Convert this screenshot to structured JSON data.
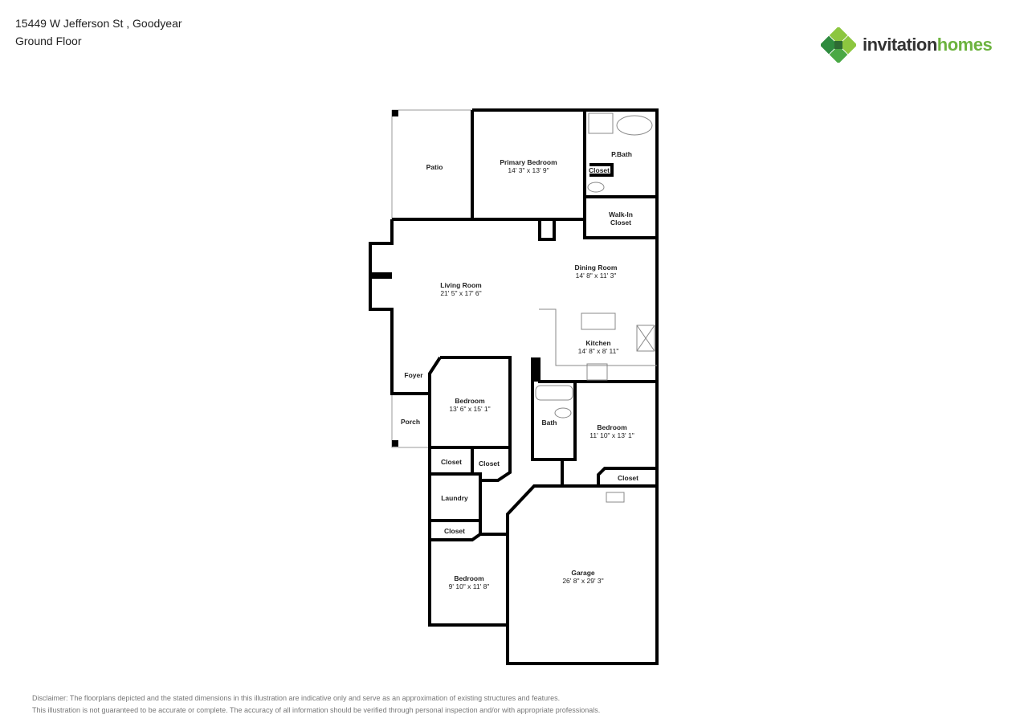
{
  "header": {
    "address": "15449 W Jefferson St , Goodyear",
    "floor": "Ground Floor"
  },
  "logo": {
    "part1": "invitation",
    "part2": "homes",
    "colors": {
      "dark": "#333333",
      "green": "#6db33f",
      "leaf_dark": "#2e8b3e",
      "leaf_light": "#8cc63f"
    }
  },
  "rooms": {
    "patio": {
      "name": "Patio"
    },
    "primary_bedroom": {
      "name": "Primary Bedroom",
      "dims": "14' 3\" x 13' 9\""
    },
    "p_bath": {
      "name": "P.Bath"
    },
    "p_closet": {
      "name": "Closet"
    },
    "walk_in_closet": {
      "name1": "Walk-In",
      "name2": "Closet"
    },
    "dining_room": {
      "name": "Dining Room",
      "dims": "14' 8\" x 11' 3\""
    },
    "living_room": {
      "name": "Living Room",
      "dims": "21' 5\" x 17' 6\""
    },
    "kitchen": {
      "name": "Kitchen",
      "dims": "14' 8\" x 8' 11\""
    },
    "foyer": {
      "name": "Foyer"
    },
    "porch": {
      "name": "Porch"
    },
    "bedroom_1": {
      "name": "Bedroom",
      "dims": "13' 6\" x 15' 1\""
    },
    "bath": {
      "name": "Bath"
    },
    "bedroom_2": {
      "name": "Bedroom",
      "dims": "11' 10\" x 13' 1\""
    },
    "closet_a": {
      "name": "Closet"
    },
    "closet_b": {
      "name": "Closet"
    },
    "closet_c": {
      "name": "Closet"
    },
    "laundry": {
      "name": "Laundry"
    },
    "closet_d": {
      "name": "Closet"
    },
    "bedroom_3": {
      "name": "Bedroom",
      "dims": "9' 10\" x 11' 8\""
    },
    "garage": {
      "name": "Garage",
      "dims": "26' 8\" x 29' 3\""
    }
  },
  "disclaimer": {
    "line1": "Disclaimer: The floorplans depicted and the stated dimensions in this illustration are indicative only and serve as an approximation of existing structures and features.",
    "line2": "This illustration is not guaranteed to be accurate or complete. The accuracy of all information should be verified through personal inspection and/or with appropriate professionals."
  }
}
